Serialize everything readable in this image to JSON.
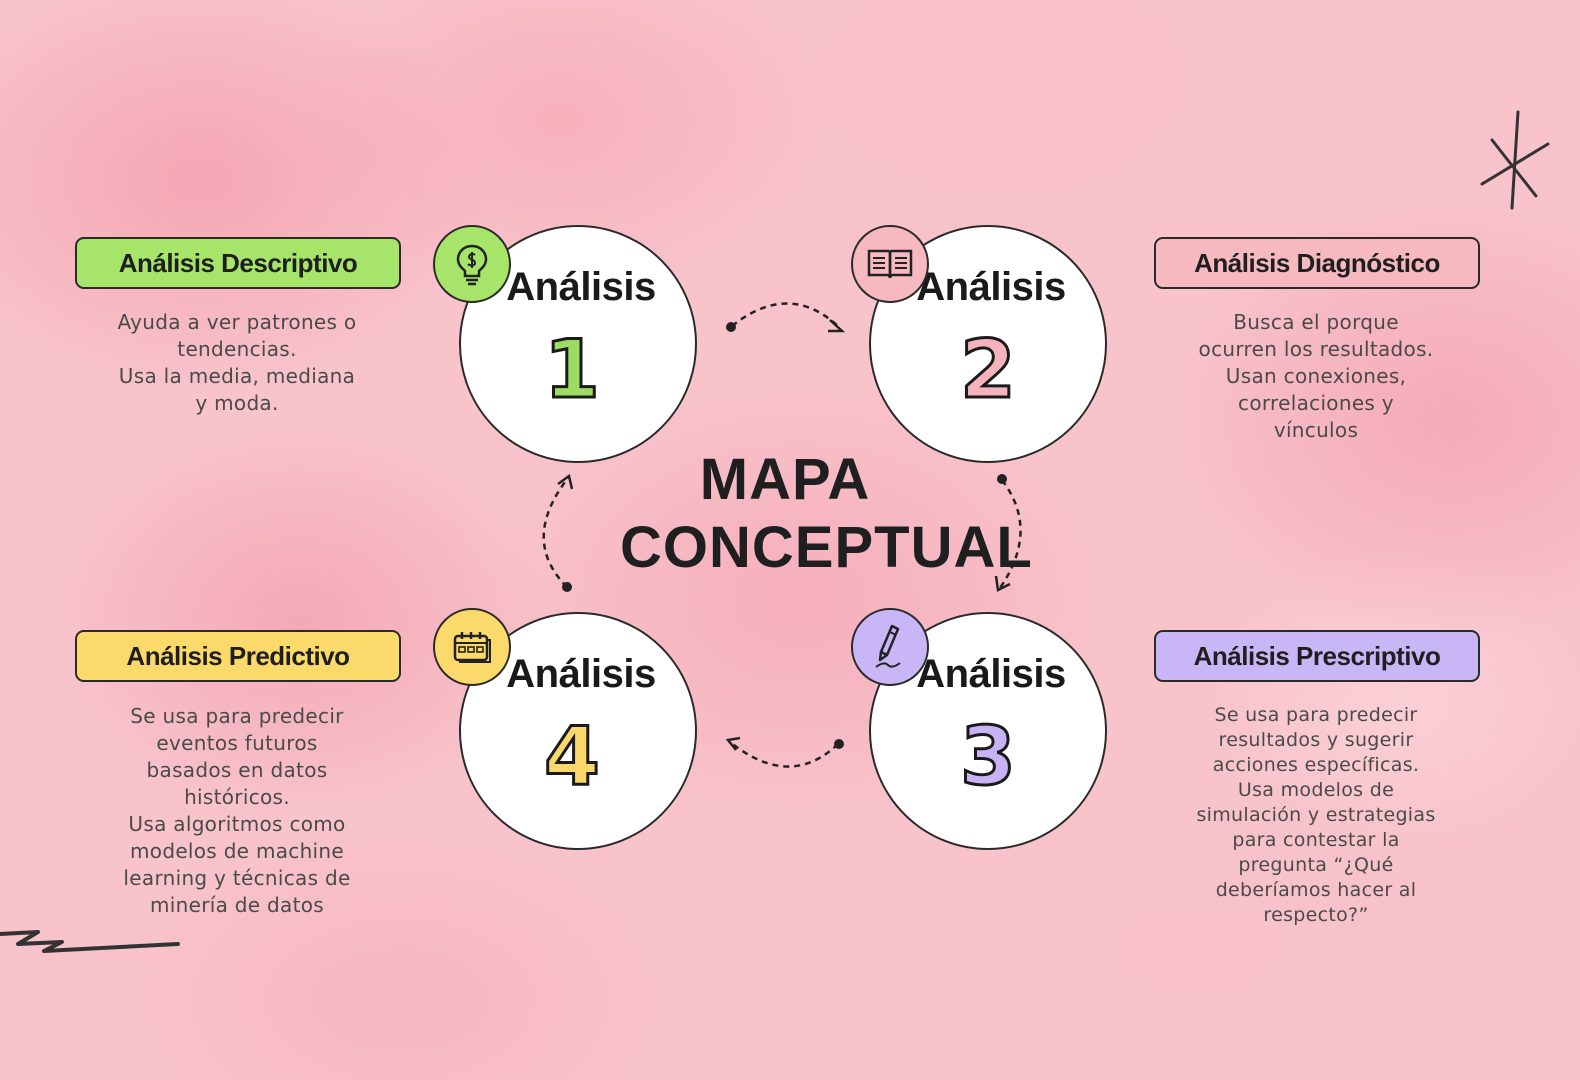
{
  "title": {
    "line1": "MAPA",
    "line2": "CONCEPTUAL"
  },
  "colors": {
    "green": "#a6e46a",
    "pink": "#f7b9c0",
    "yellow": "#fbd96a",
    "purple": "#c8b6f6",
    "num_green": "#9edb63",
    "num_pink": "#f6b3bd",
    "num_yellow": "#f9d76a",
    "num_purple": "#c6b2f4"
  },
  "nodes": [
    {
      "title": "Análisis",
      "number": "1",
      "icon": "lightbulb-icon"
    },
    {
      "title": "Análisis",
      "number": "2",
      "icon": "book-icon"
    },
    {
      "title": "Análisis",
      "number": "3",
      "icon": "pen-icon"
    },
    {
      "title": "Análisis",
      "number": "4",
      "icon": "calendar-icon"
    }
  ],
  "labels": {
    "descriptivo": {
      "heading": "Análisis Descriptivo",
      "text": "Ayuda a ver patrones o\ntendencias.\nUsa la media, mediana\ny moda."
    },
    "diagnostico": {
      "heading": "Análisis Diagnóstico",
      "text": "Busca el porque\nocurren los resultados.\nUsan conexiones,\ncorrelaciones y\nvínculos"
    },
    "predictivo": {
      "heading": "Análisis Predictivo",
      "text": "Se usa para predecir\neventos futuros\nbasados en datos\nhistóricos.\nUsa algoritmos como\nmodelos de machine\nlearning y técnicas de\nminería de datos"
    },
    "prescriptivo": {
      "heading": "Análisis Prescriptivo",
      "text": "Se usa para predecir\nresultados y sugerir\nacciones específicas.\nUsa modelos de\nsimulación y estrategias\npara contestar la\npregunta “¿Qué\ndeberíamos hacer al\nrespecto?”"
    }
  }
}
